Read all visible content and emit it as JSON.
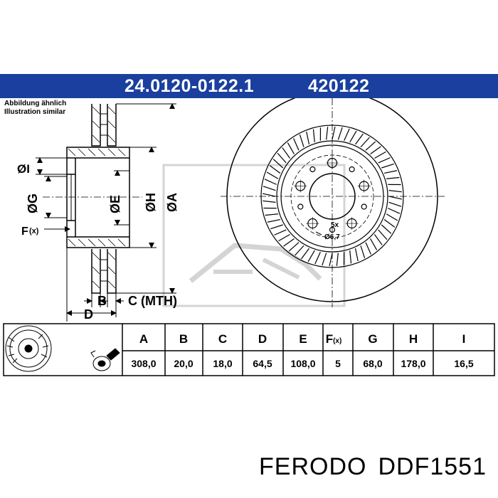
{
  "header": {
    "part_number": "24.0120-0122.1",
    "code": "420122",
    "note_de": "Abbildung ähnlich",
    "note_en": "Illustration similar"
  },
  "drawing_labels": {
    "I": "ØI",
    "G": "ØG",
    "E": "ØE",
    "H": "ØH",
    "A": "ØA",
    "F": "F",
    "F_sub": "(x)",
    "B": "B",
    "C": "C (MTH)",
    "D": "D",
    "bolt_count": "5x",
    "bolt_diameter": "Ø6,7"
  },
  "spec_table": {
    "headers": [
      "A",
      "B",
      "C",
      "D",
      "E",
      "F",
      "G",
      "H",
      "I"
    ],
    "f_header_sub": "(x)",
    "values": [
      "308,0",
      "20,0",
      "18,0",
      "64,5",
      "108,0",
      "5",
      "68,0",
      "178,0",
      "16,5"
    ]
  },
  "footer": {
    "brand": "FERODO",
    "model": "DDF1551"
  },
  "colors": {
    "header_bg": "#1a3f9e",
    "header_text": "#ffffff",
    "line": "#000000",
    "watermark": "#d4d4d4"
  }
}
